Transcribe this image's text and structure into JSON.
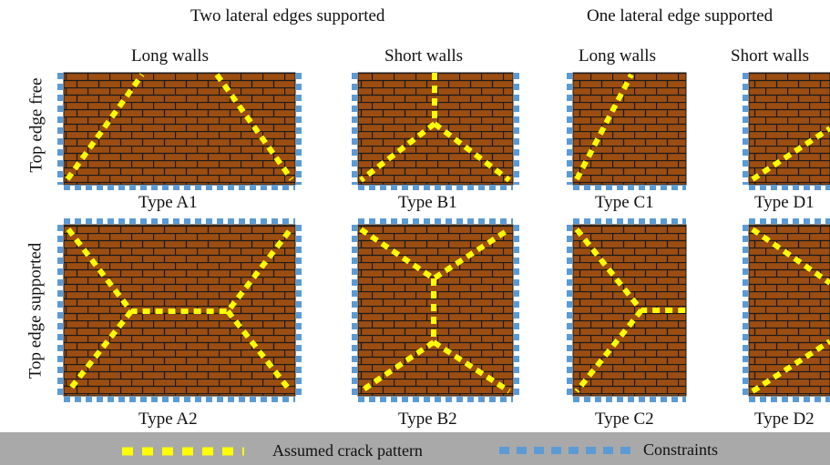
{
  "headers": {
    "two_lateral": "Two lateral edges supported",
    "one_lateral": "One lateral edge supported"
  },
  "columns": {
    "long_walls_1": "Long walls",
    "short_walls_1": "Short walls",
    "long_walls_2": "Long walls",
    "short_walls_2": "Short walls"
  },
  "rows": {
    "top_free": "Top edge free",
    "top_supported": "Top edge supported"
  },
  "types": {
    "A1": "Type A1",
    "B1": "Type B1",
    "C1": "Type C1",
    "D1": "Type D1",
    "A2": "Type A2",
    "B2": "Type B2",
    "C2": "Type C2",
    "D2": "Type D2"
  },
  "legend": {
    "crack": "Assumed crack pattern",
    "constraints": "Constraints"
  },
  "colors": {
    "brick": "#9b4d12",
    "mortar": "#1a1a1a",
    "crack": "#ffff00",
    "constraint": "#5b9bd5",
    "legend_bg": "#a9a9a9"
  }
}
